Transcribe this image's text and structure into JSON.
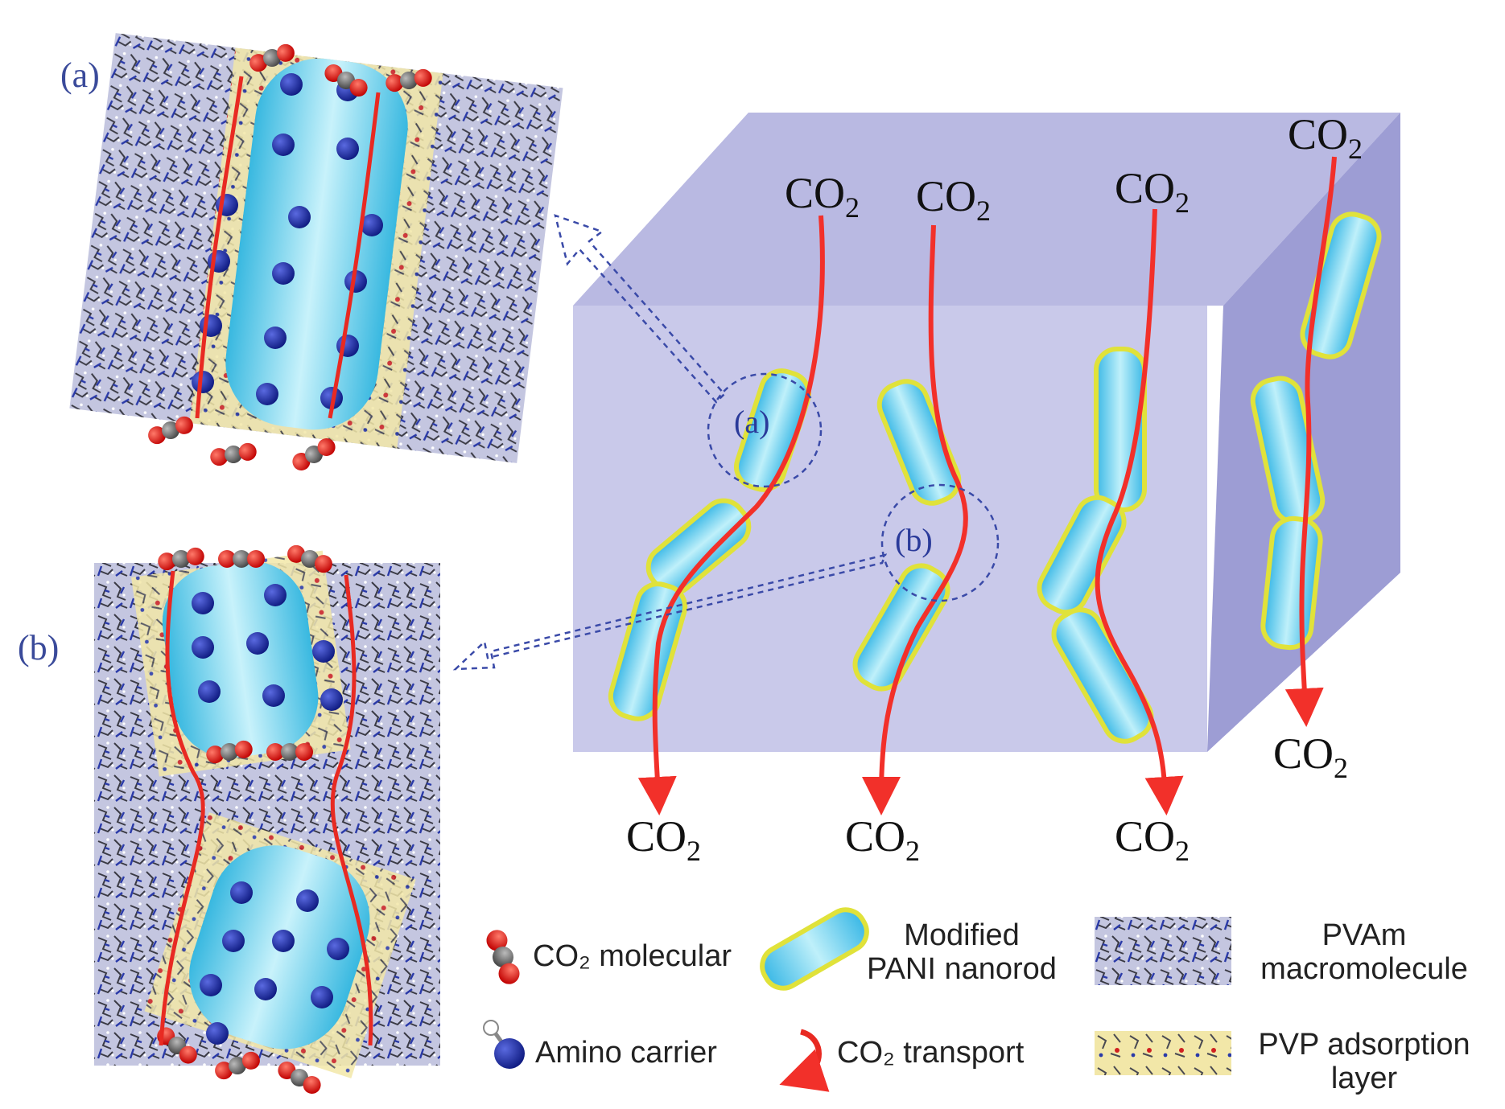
{
  "panels": {
    "a_label": "(a)",
    "b_label": "(b)",
    "a_circle_label": "(a)",
    "b_circle_label": "(b)"
  },
  "co2": {
    "base": "CO",
    "sub": "2"
  },
  "legend": {
    "co2_molecular": "CO₂ molecular",
    "modified_pani_line1": "Modified",
    "modified_pani_line2": "PANI nanorod",
    "pvam_line1": "PVAm",
    "pvam_line2": "macromolecule",
    "amino_carrier": "Amino carrier",
    "co2_transport": "CO₂ transport",
    "pvp_line1": "PVP adsorption",
    "pvp_line2": "layer"
  },
  "colors": {
    "box_front": "#c9c9ea",
    "box_top": "#b9b9e2",
    "box_side": "#9d9dd4",
    "rod_fill": "#7fd8f0",
    "rod_border": "#e0e23a",
    "arrow_red": "#f2302a",
    "carrier_blue": "#1a2a9a",
    "oxygen_red": "#e01818",
    "label_blue": "#3a4a9a"
  }
}
